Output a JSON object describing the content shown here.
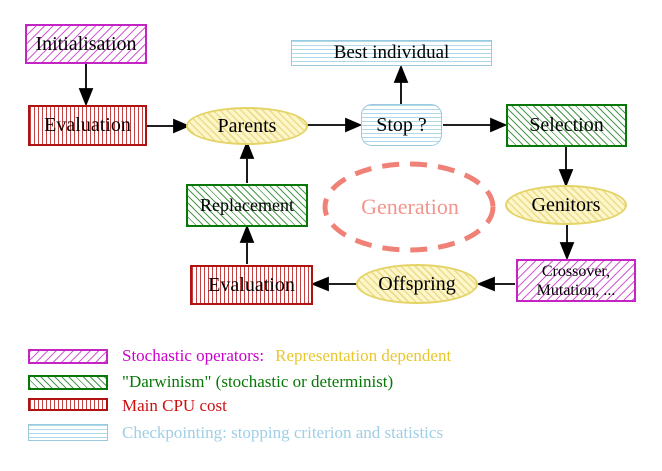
{
  "nodes": {
    "initialisation": {
      "label": "Initialisation"
    },
    "evaluation_top": {
      "label": "Evaluation"
    },
    "best_individual": {
      "label": "Best individual"
    },
    "parents": {
      "label": "Parents"
    },
    "stop": {
      "label": "Stop ?"
    },
    "selection": {
      "label": "Selection"
    },
    "genitors": {
      "label": "Genitors"
    },
    "crossover_mutation": {
      "line1": "Crossover,",
      "line2": "Mutation, ..."
    },
    "offspring": {
      "label": "Offspring"
    },
    "evaluation_bottom": {
      "label": "Evaluation"
    },
    "replacement": {
      "label": "Replacement"
    },
    "generation": {
      "label": "Generation"
    }
  },
  "edges": [
    {
      "from": "initialisation",
      "to": "evaluation_top"
    },
    {
      "from": "evaluation_top",
      "to": "parents"
    },
    {
      "from": "parents",
      "to": "stop"
    },
    {
      "from": "stop",
      "to": "best_individual"
    },
    {
      "from": "stop",
      "to": "selection"
    },
    {
      "from": "selection",
      "to": "genitors"
    },
    {
      "from": "genitors",
      "to": "crossover_mutation"
    },
    {
      "from": "crossover_mutation",
      "to": "offspring"
    },
    {
      "from": "offspring",
      "to": "evaluation_bottom"
    },
    {
      "from": "evaluation_bottom",
      "to": "replacement"
    },
    {
      "from": "replacement",
      "to": "parents"
    }
  ],
  "legend": {
    "rows": [
      {
        "swatch": "magenta-hatch",
        "label": "Stochastic operators:",
        "label2": "Representation dependent"
      },
      {
        "swatch": "green-hatch",
        "label": "\"Darwinism\" (stochastic or determinist)"
      },
      {
        "swatch": "red-vertical-stripes",
        "label": "Main CPU cost"
      },
      {
        "swatch": "cyan-horizontal-stripes",
        "label": "Checkpointing: stopping criterion and statistics"
      }
    ]
  },
  "colors": {
    "magenta": "#cc00cc",
    "gold": "#e9c72e",
    "green": "#067806",
    "red": "#cc1111",
    "cyan": "#9fcfe6",
    "salmon": "#f0837c",
    "yellow_fill": "#fdf6c8",
    "arrow": "#000000"
  }
}
